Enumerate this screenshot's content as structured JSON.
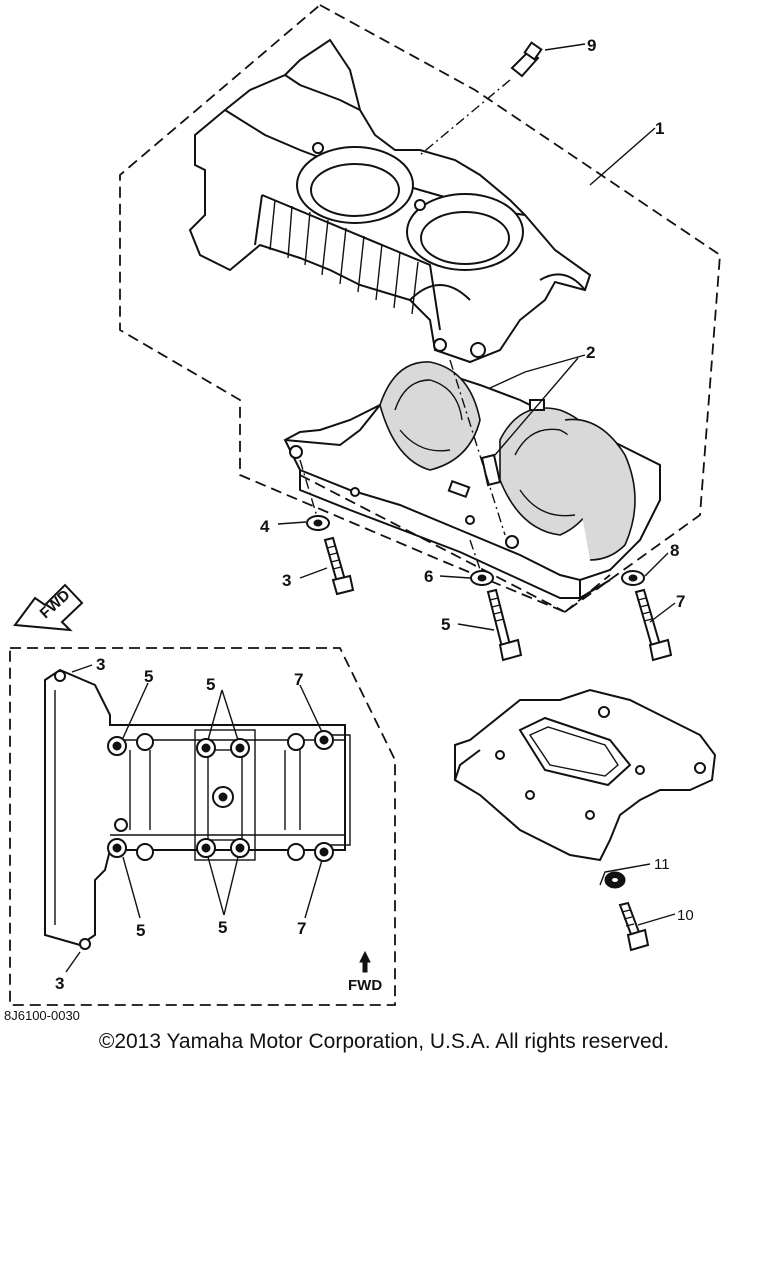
{
  "callouts": {
    "c1": "1",
    "c2": "2",
    "c3": "3",
    "c4": "4",
    "c5": "5",
    "c6": "6",
    "c7": "7",
    "c8": "8",
    "c9": "9",
    "c10": "10",
    "c11": "11"
  },
  "inset": {
    "c3_top": "3",
    "c3_bottom": "3",
    "c5_left_top": "5",
    "c5_left_bottom": "5",
    "c5_mid_top": "5",
    "c5_mid_bottom": "5",
    "c7_top": "7",
    "c7_bottom": "7",
    "fwd_label": "FWD"
  },
  "fwd_arrow_label": "FWD",
  "part_number": "8J6100-0030",
  "copyright": "©2013 Yamaha Motor Corporation, U.S.A. All rights reserved."
}
